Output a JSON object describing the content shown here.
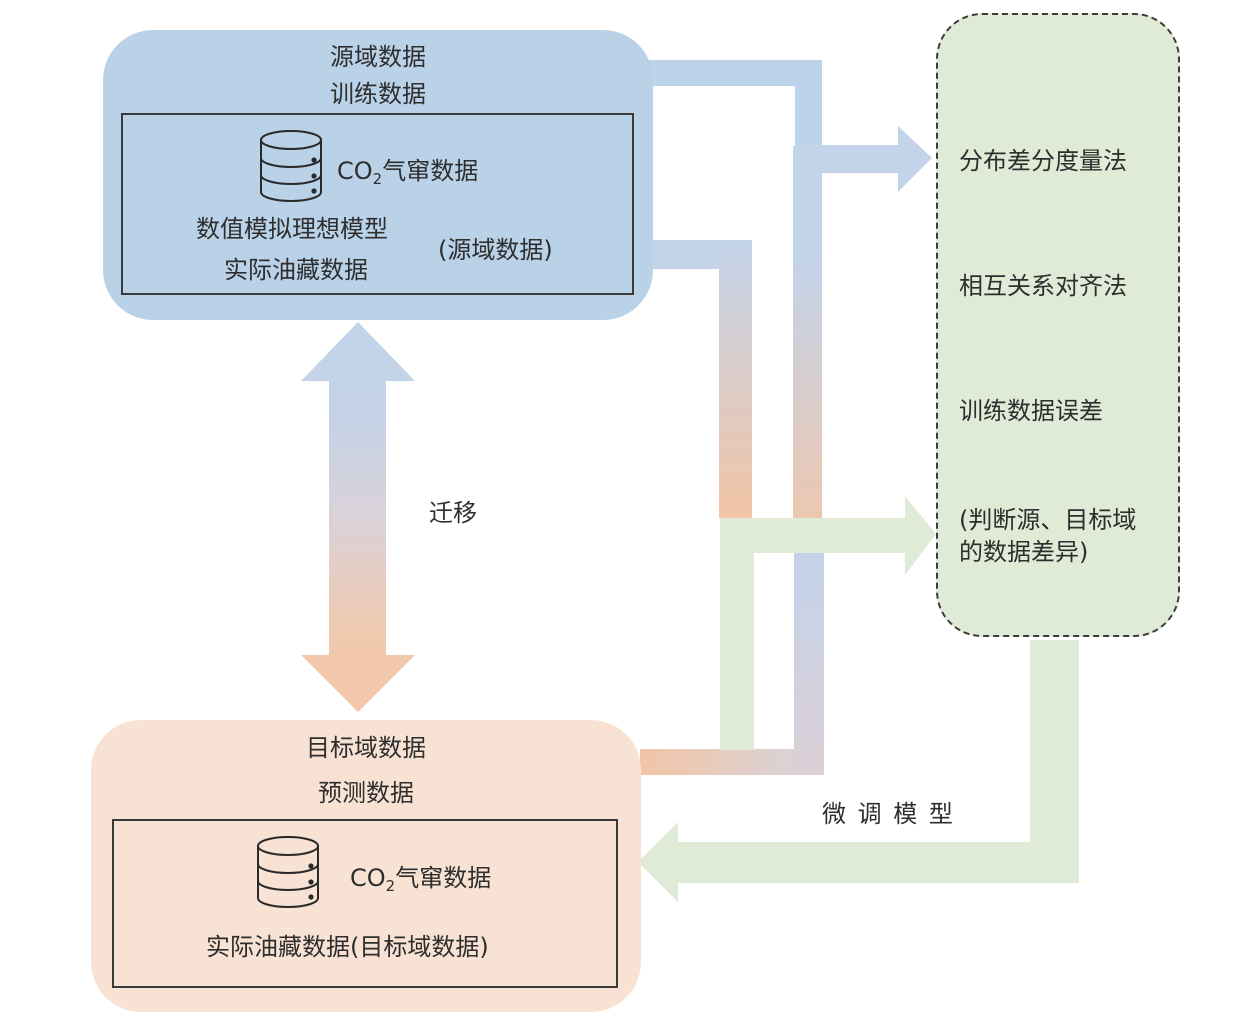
{
  "source_box": {
    "title_line1": "源域数据",
    "title_line2": "训练数据",
    "db_icon": "database-icon",
    "co2_prefix": "CO",
    "co2_subscript": "2",
    "co2_suffix": "气窜数据",
    "line1": "数值模拟理想模型",
    "line2": "实际油藏数据",
    "tag": "(源域数据)",
    "color": "#b9d2e8"
  },
  "target_box": {
    "title_line1": "目标域数据",
    "title_line2": "预测数据",
    "db_icon": "database-icon",
    "co2_prefix": "CO",
    "co2_subscript": "2",
    "co2_suffix": "气窜数据",
    "line1": "实际油藏数据(目标域数据)",
    "color": "#f8e2d4"
  },
  "methods_box": {
    "items": [
      "分布差分度量法",
      "相互关系对齐法",
      "训练数据误差"
    ],
    "note_line1": "(判断源、目标域",
    "note_line2": "的数据差异)",
    "color": "#dfebd6",
    "border": "dashed"
  },
  "transfer_arrow": {
    "label": "迁移",
    "direction": "bidirectional",
    "from_color": "#c2d4ea",
    "to_color": "#f4c7a8"
  },
  "fine_tune_arrow": {
    "label": "微 调 模 型",
    "color": "#dfebd6"
  },
  "flow_colors": {
    "blue": "#bcd3e9",
    "blue_light": "#c3d3ea",
    "orange": "#f2c5a6",
    "green": "#dfebd6"
  }
}
